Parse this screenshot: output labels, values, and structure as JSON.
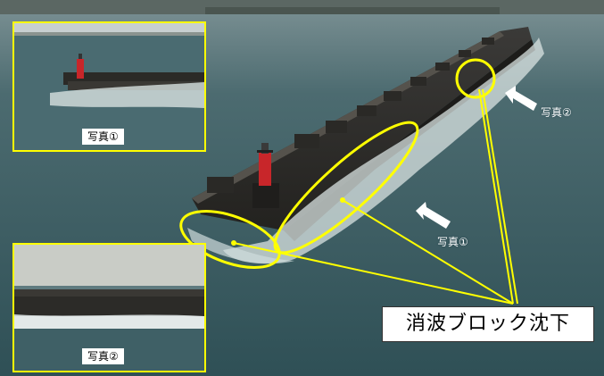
{
  "labels": {
    "inset1_caption": "写真①",
    "inset2_caption": "写真②",
    "tag1": "写真①",
    "tag2": "写真②",
    "main": "消波ブロック沈下"
  },
  "colors": {
    "sea": "#3c5f66",
    "annotation": "#ffff00",
    "lighthouse": "#c8262a"
  },
  "icons": {
    "arrow1": "arrow-icon",
    "arrow2": "arrow-icon"
  }
}
